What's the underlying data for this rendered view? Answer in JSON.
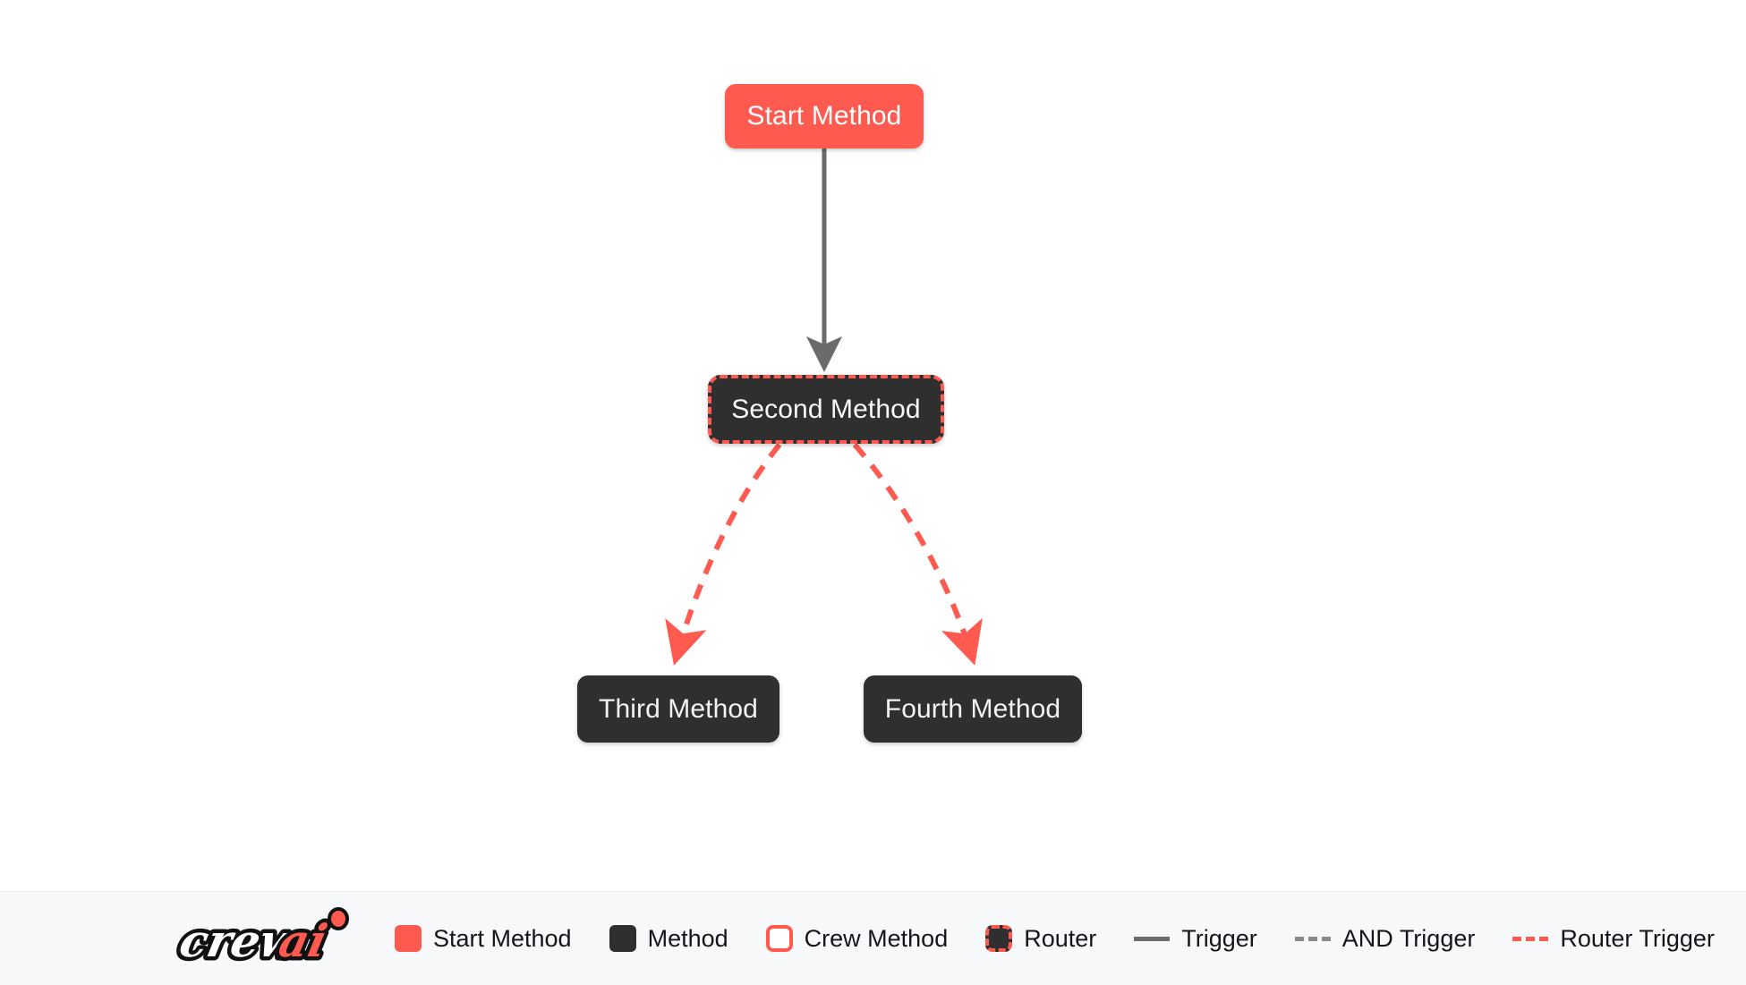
{
  "flow": {
    "nodes": [
      {
        "id": "start",
        "label": "Start Method",
        "type": "start-method"
      },
      {
        "id": "second",
        "label": "Second Method",
        "type": "router"
      },
      {
        "id": "third",
        "label": "Third Method",
        "type": "method"
      },
      {
        "id": "fourth",
        "label": "Fourth Method",
        "type": "method"
      }
    ],
    "edges": [
      {
        "from": "start",
        "to": "third_placeholder",
        "kind": "trigger"
      },
      {
        "from": "second",
        "to": "third",
        "kind": "router-trigger"
      },
      {
        "from": "second",
        "to": "fourth",
        "kind": "router-trigger"
      }
    ]
  },
  "legend": {
    "logo_text_primary": "crew",
    "logo_text_accent": "ai",
    "items": [
      {
        "label": "Start Method",
        "marker": "start-swatch"
      },
      {
        "label": "Method",
        "marker": "method-swatch"
      },
      {
        "label": "Crew Method",
        "marker": "crew-swatch"
      },
      {
        "label": "Router",
        "marker": "router-swatch"
      },
      {
        "label": "Trigger",
        "marker": "solid-gray-line"
      },
      {
        "label": "AND Trigger",
        "marker": "dashed-gray-line"
      },
      {
        "label": "Router Trigger",
        "marker": "dashed-red-line"
      }
    ]
  },
  "colors": {
    "accent_red": "#FF5A50",
    "node_dark": "#2F2F2F",
    "edge_gray": "#6B6B6B",
    "legend_bg": "#F7F8FA",
    "canvas_bg": "#FFFFFF"
  }
}
